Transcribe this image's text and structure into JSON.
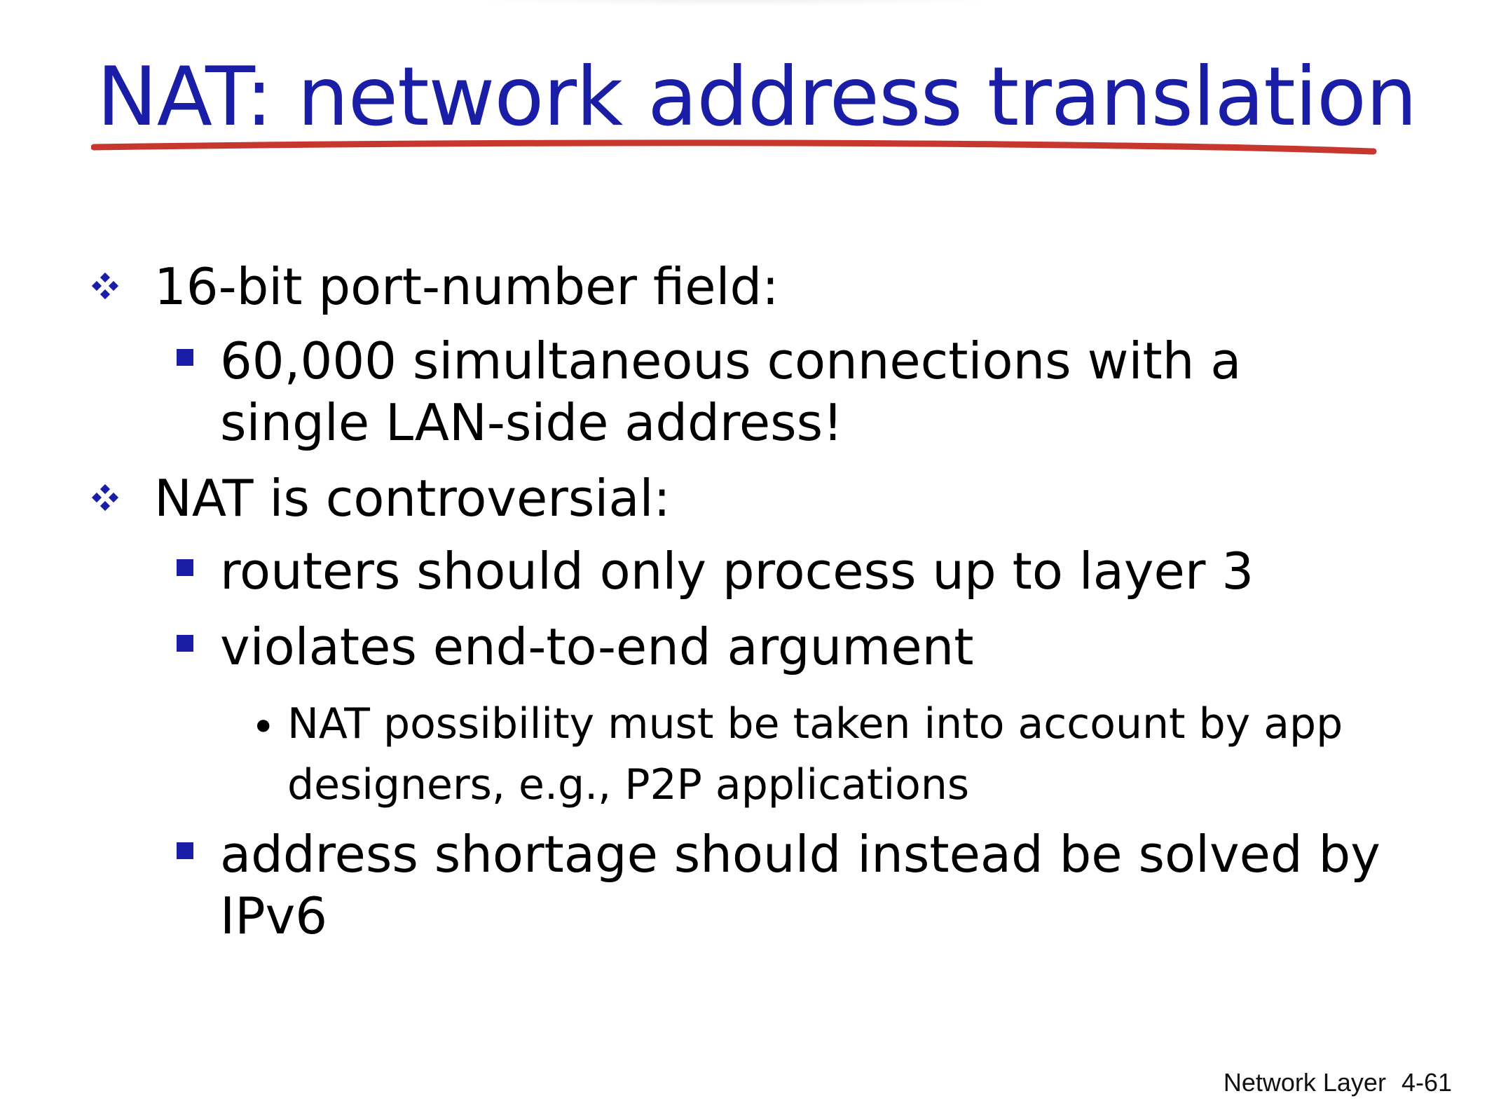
{
  "title": "NAT: network address translation",
  "colors": {
    "title": "#1a1ea6",
    "underline": "#c8372d",
    "bullet_marker": "#1a1ea6"
  },
  "bullets": [
    {
      "text": "16-bit port-number field:",
      "marker_icon": "four-diamond-icon",
      "sub": [
        {
          "text": "60,000 simultaneous connections with a single LAN-side address!"
        }
      ]
    },
    {
      "text": "NAT is controversial:",
      "marker_icon": "four-diamond-icon",
      "sub": [
        {
          "text": "routers should only process up to layer 3"
        },
        {
          "text": "violates end-to-end argument",
          "sub": [
            {
              "text": "NAT possibility must be taken into account by app designers, e.g., P2P applications"
            }
          ]
        },
        {
          "text": "address shortage should instead be solved by IPv6"
        }
      ]
    }
  ],
  "footer": {
    "section": "Network Layer",
    "slide_number": "4-61"
  }
}
